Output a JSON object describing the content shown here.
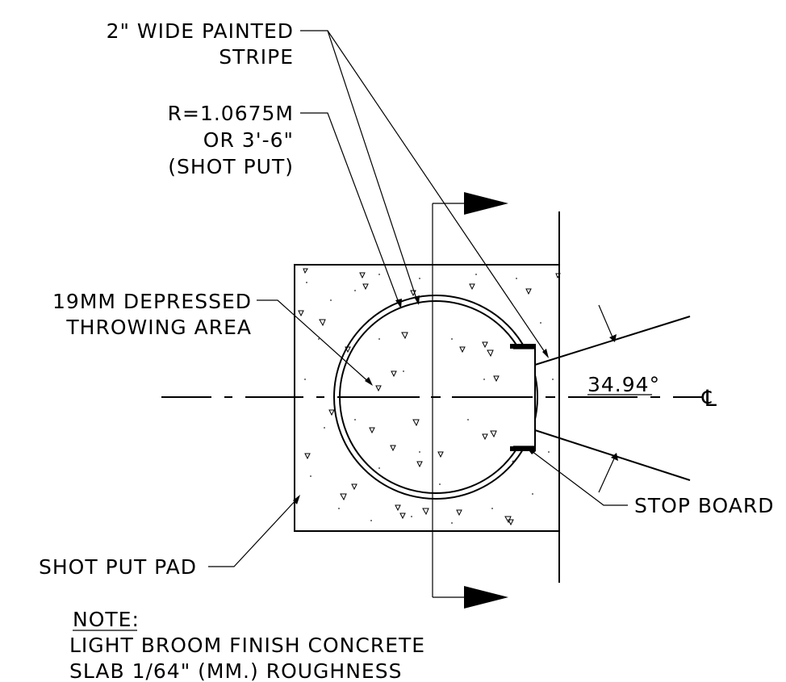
{
  "labels": {
    "stripe_line1": "2\" WIDE PAINTED",
    "stripe_line2": "STRIPE",
    "radius_line1": "R=1.0675M",
    "radius_line2": "OR 3'-6\"",
    "radius_line3": "(SHOT PUT)",
    "depressed_line1": "19MM DEPRESSED",
    "depressed_line2": "THROWING AREA",
    "angle": "34.94°",
    "centerline_symbol": "℄",
    "stop_board": "STOP BOARD",
    "pad": "SHOT PUT PAD",
    "note_title": "NOTE:",
    "note_line1": "LIGHT BROOM FINISH CONCRETE",
    "note_line2": "SLAB 1/64\" (MM.) ROUGHNESS"
  },
  "colors": {
    "ink": "#000000",
    "background": "#ffffff"
  }
}
